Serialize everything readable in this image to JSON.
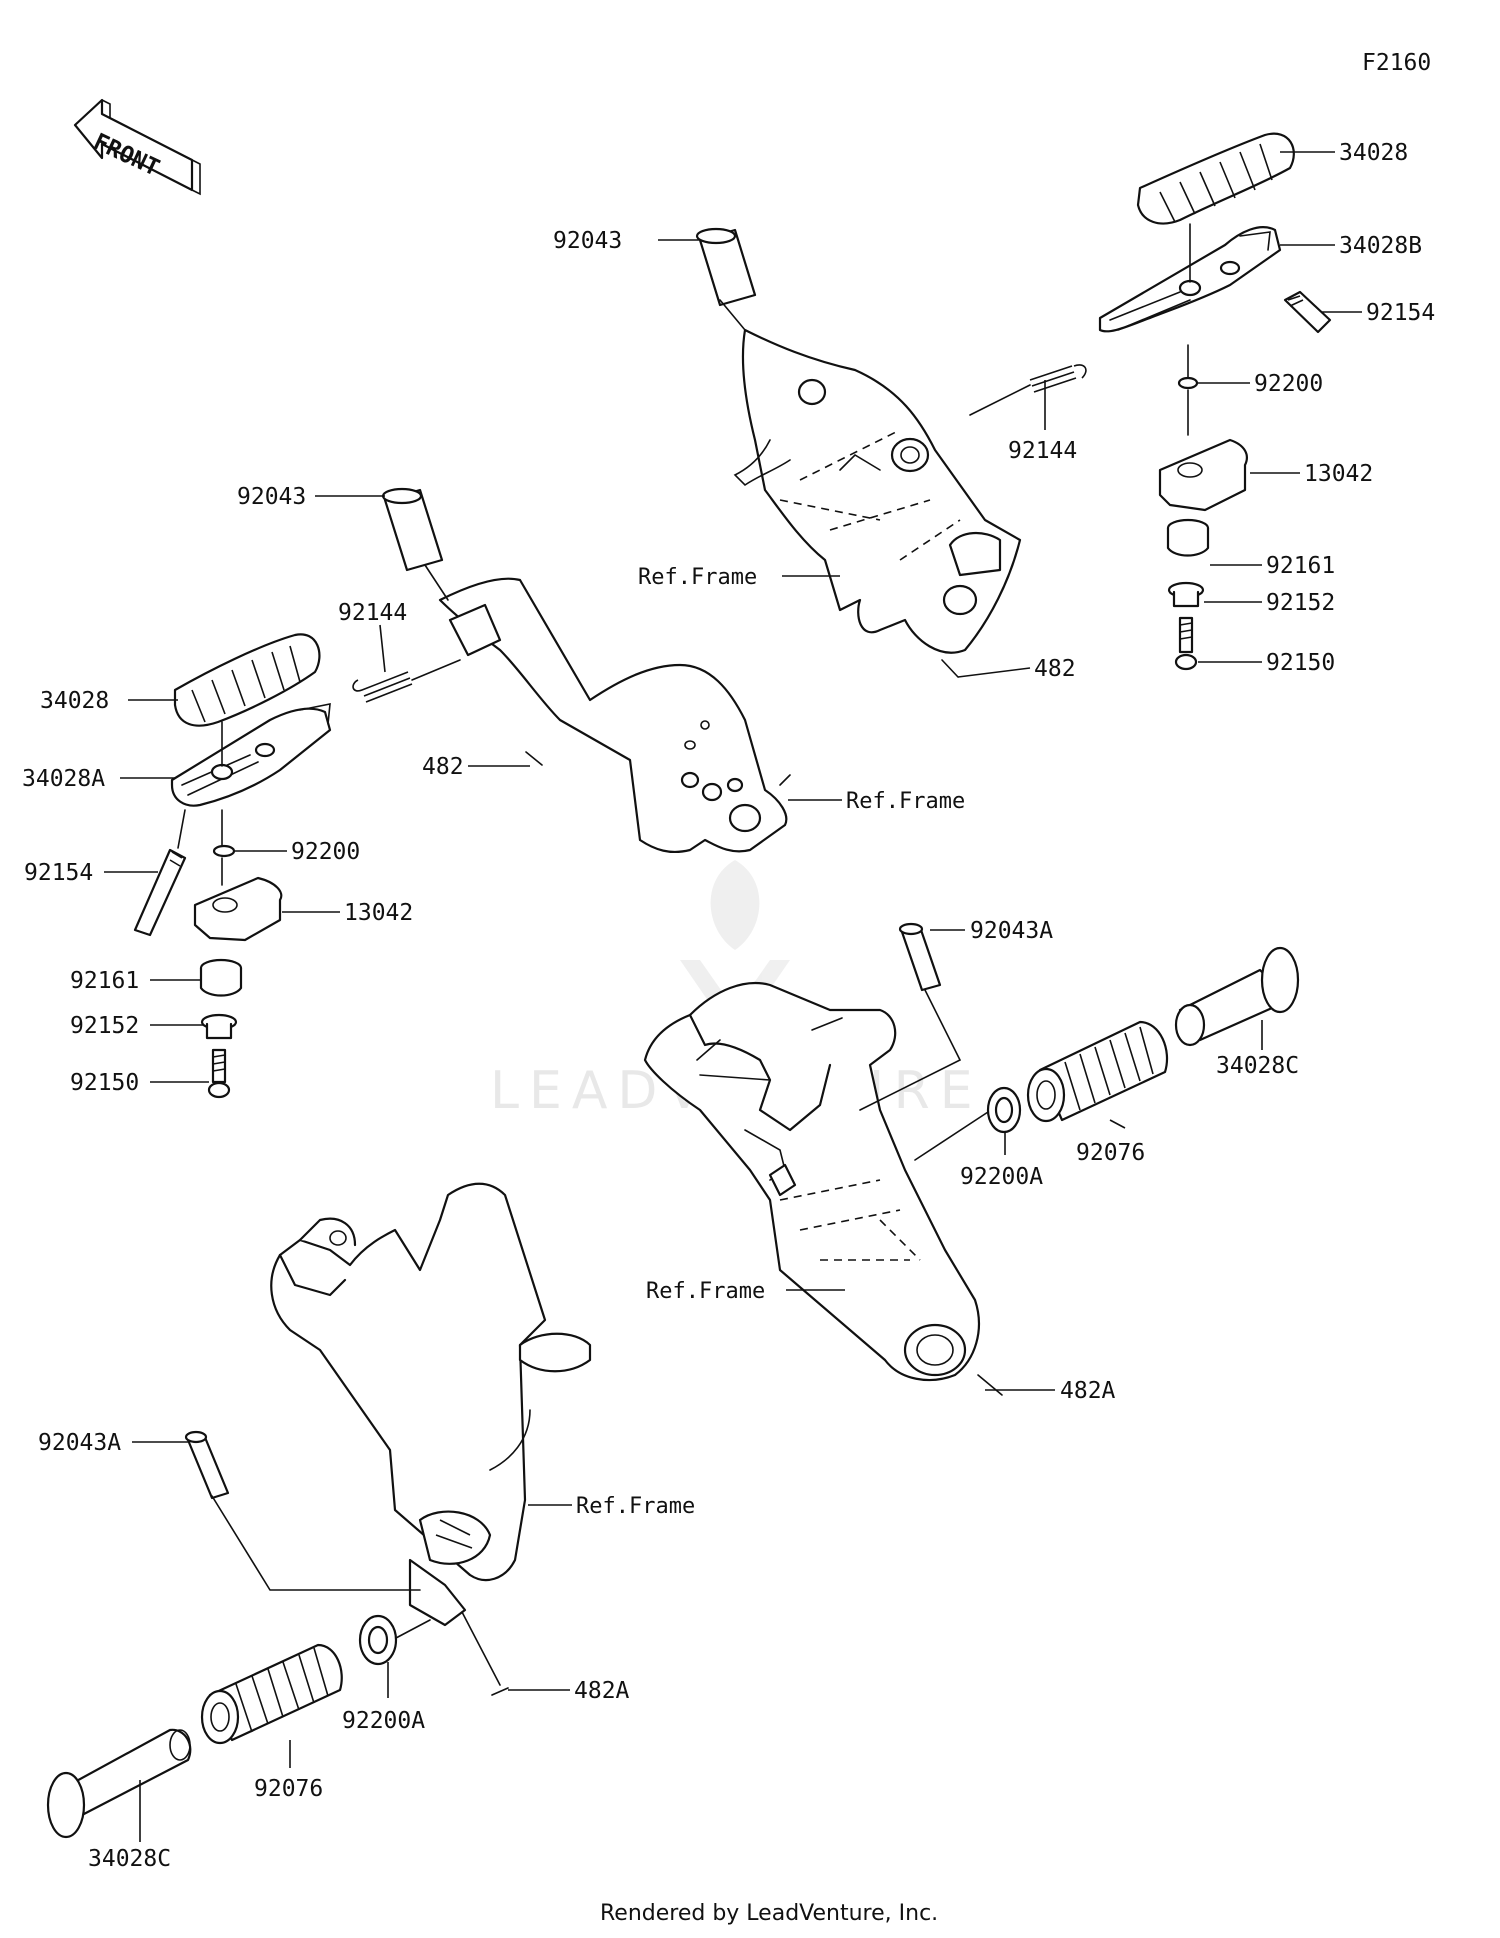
{
  "figure_code": "F2160",
  "front_label": "FRONT",
  "watermark": "LEADVENTURE",
  "footer": "Rendered by LeadVenture, Inc.",
  "labels": {
    "tr_92043": "92043",
    "tr_92144": "92144",
    "tr_ref_frame": "Ref.Frame",
    "tr_482": "482",
    "rp_34028": "34028",
    "rp_34028B": "34028B",
    "rp_92154": "92154",
    "rp_92200": "92200",
    "rp_13042": "13042",
    "rp_92161": "92161",
    "rp_92152": "92152",
    "rp_92150": "92150",
    "ml_92043": "92043",
    "ml_92144": "92144",
    "ml_482": "482",
    "ml_ref_frame": "Ref.Frame",
    "lp_34028": "34028",
    "lp_34028A": "34028A",
    "lp_92154": "92154",
    "lp_92200": "92200",
    "lp_13042": "13042",
    "lp_92161": "92161",
    "lp_92152": "92152",
    "lp_92150": "92150",
    "rr_92043A": "92043A",
    "rr_34028C": "34028C",
    "rr_92076": "92076",
    "rr_92200A": "92200A",
    "rr_ref_frame": "Ref.Frame",
    "rr_482A": "482A",
    "lr_92043A": "92043A",
    "lr_ref_frame": "Ref.Frame",
    "lr_482A": "482A",
    "lr_92200A": "92200A",
    "lr_92076": "92076",
    "lr_34028C": "34028C"
  }
}
